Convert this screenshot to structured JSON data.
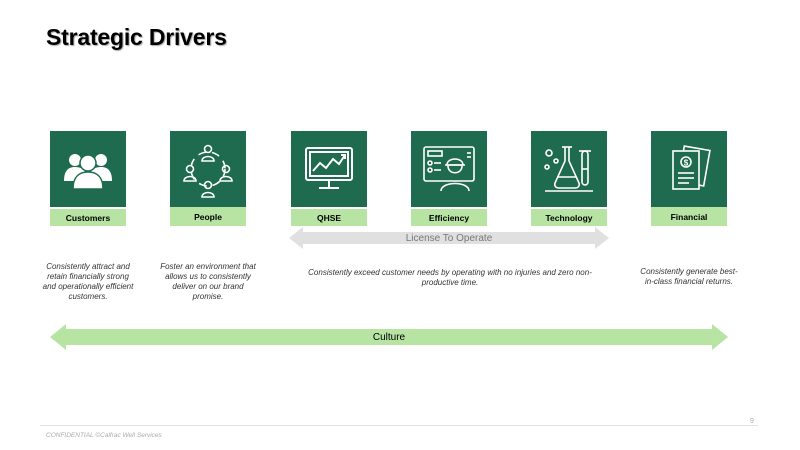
{
  "slide": {
    "title": "Strategic Drivers",
    "page_number": "9",
    "footer": "CONFIDENTIAL ©Calfrac Well Services"
  },
  "drivers": [
    {
      "label": "Customers",
      "icon": "customers-group-icon"
    },
    {
      "label": "People",
      "icon": "people-network-icon"
    },
    {
      "label": "QHSE",
      "icon": "monitor-chart-icon"
    },
    {
      "label": "Efficiency",
      "icon": "worker-dashboard-icon"
    },
    {
      "label": "Technology",
      "icon": "lab-flasks-icon"
    },
    {
      "label": "Financial",
      "icon": "invoice-dollar-icon"
    }
  ],
  "descriptions": {
    "customers": "Consistently attract and retain financially strong and operationally efficient customers.",
    "people": "Foster an environment that allows us to consistently deliver on our brand promise.",
    "operations": "Consistently exceed customer needs by operating with no injuries and zero non-productive time.",
    "financial": "Consistently generate best-in-class financial returns."
  },
  "arrows": {
    "license": "License To Operate",
    "culture": "Culture"
  },
  "colors": {
    "tile": "#1e6b4f",
    "label_bg": "#b7e3a3",
    "license_arrow": "#e0e0e0",
    "culture_arrow": "#b7e3a3"
  }
}
